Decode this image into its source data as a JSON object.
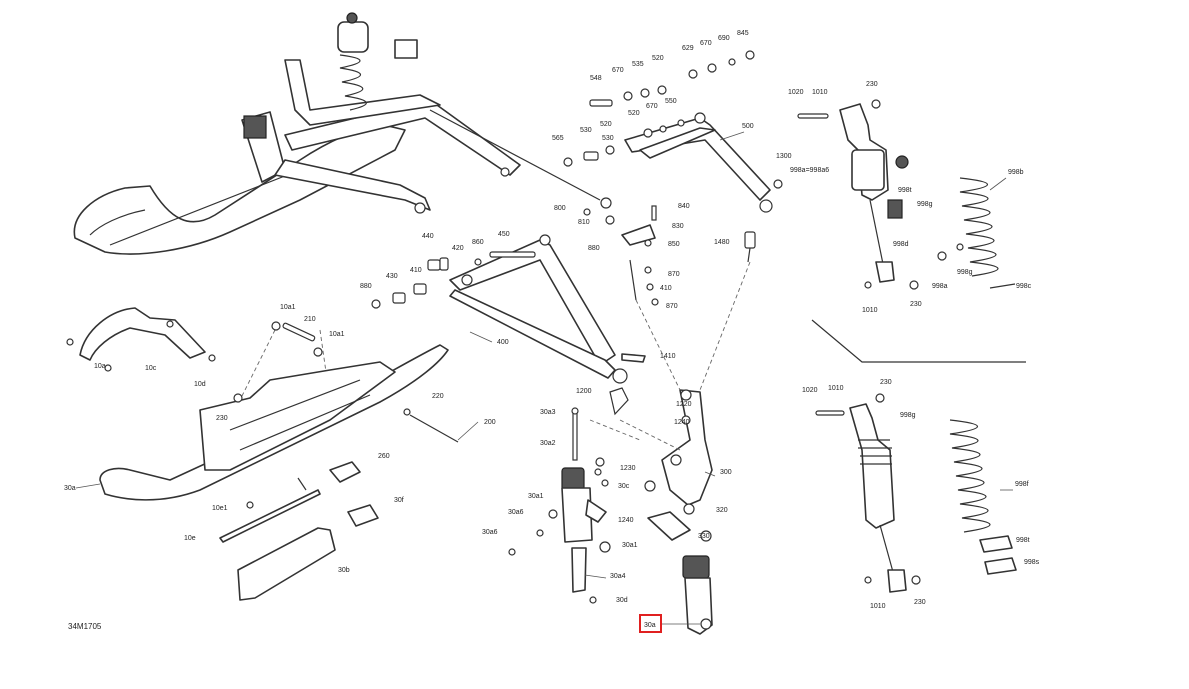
{
  "diagram": {
    "drawing_code": "34M1705",
    "highlighted_callout": "30a",
    "accent_color": "#e02020",
    "callouts": [
      "845",
      "690",
      "670",
      "629",
      "520",
      "535",
      "670",
      "548",
      "530",
      "520",
      "670",
      "550",
      "500",
      "565",
      "530",
      "520",
      "1300",
      "1020",
      "1010",
      "230",
      "998a=998a6",
      "998t",
      "998g",
      "998b",
      "998d",
      "998a",
      "998g",
      "998c",
      "1010",
      "230",
      "800",
      "810",
      "840",
      "830",
      "850",
      "1480",
      "440",
      "420",
      "860",
      "450",
      "880",
      "430",
      "410",
      "870",
      "880",
      "870",
      "400",
      "410",
      "10a1",
      "210",
      "10a1",
      "10c",
      "10a",
      "10d",
      "230",
      "220",
      "200",
      "1410",
      "1200",
      "1020",
      "1010",
      "230",
      "998g",
      "1230",
      "1240",
      "300",
      "30a3",
      "30a2",
      "260",
      "1220",
      "30c",
      "10e1",
      "10e",
      "30f",
      "30a1",
      "30a6",
      "30a6",
      "1240",
      "30a1",
      "320",
      "330",
      "30a4",
      "30d",
      "30b",
      "998f",
      "998t",
      "998s",
      "1010",
      "230",
      "30a"
    ]
  }
}
